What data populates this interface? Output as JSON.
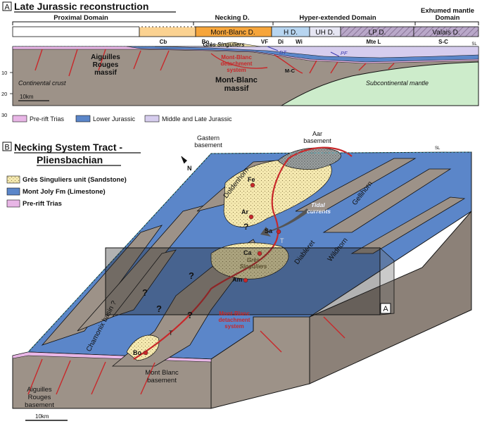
{
  "panel_a": {
    "letter": "A",
    "title": "Late Jurassic reconstruction",
    "domains": {
      "proximal": "Proximal Domain",
      "necking": "Necking D.",
      "hyper": "Hyper-extended Domain",
      "exhumed_1": "Exhumed mantle",
      "exhumed_2": "Domain"
    },
    "subdomains": {
      "mont_blanc": "Mont-Blanc D.",
      "h": "H D.",
      "uh": "UH D.",
      "lp": "LP D.",
      "valais": "Valais D."
    },
    "localities": {
      "cb": "Cb",
      "bo": "Bo",
      "vf": "VF",
      "di": "Di",
      "wi": "Wi",
      "mte": "Mte L",
      "sc": "S-C",
      "sl": "SL"
    },
    "labels": {
      "gres": "Grès Singuliers",
      "dt": "DT",
      "pf": "PF",
      "aig_1": "Aiguilles",
      "aig_2": "Rouges",
      "aig_3": "massif",
      "mb_detach_1": "Mont-Blanc",
      "mb_detach_2": "detachment",
      "mb_detach_3": "system",
      "mb_massif_1": "Mont-Blanc",
      "mb_massif_2": "massif",
      "mc": "M-C",
      "continental": "Continental crust",
      "subcontinental": "Subcontinental mantle",
      "scale": "10km"
    },
    "depth_ticks": [
      "10",
      "20",
      "30"
    ],
    "legend": [
      {
        "label": "Pre-rift Trias",
        "color": "#e8b6e6"
      },
      {
        "label": "Lower Jurassic",
        "color": "#5b86c9"
      },
      {
        "label": "Middle and Late Jurassic",
        "color": "#d6cdee"
      }
    ]
  },
  "panel_b": {
    "letter": "B",
    "title_1": "Necking System Tract -",
    "title_2": "Pliensbachian",
    "legend": [
      {
        "label": "Grès Singuliers unit (Sandstone)",
        "color": "#f5e9b0"
      },
      {
        "label": "Mont Joly Fm (Limestone)",
        "color": "#5b86c9"
      },
      {
        "label": "Pre-rift Trias",
        "color": "#e8b6e6"
      }
    ],
    "north": "N",
    "labels": {
      "gastern_1": "Gastern",
      "gastern_2": "basement",
      "aar_1": "Aar",
      "aar_2": "basement",
      "sl": "SL",
      "doldenhorn": "Doldenhorn",
      "gellihorn": "Gellihorn",
      "diableret": "Diableret",
      "wildhorn": "Wildhorn",
      "chamonix": "Chamonix basin ?",
      "tidal_1": "Tidal",
      "tidal_2": "currents",
      "gres_1": "Grès",
      "gres_2": "Singuliers",
      "detach_1": "Mont-Blanc",
      "detach_2": "detachment",
      "detach_3": "system",
      "mb_base_1": "Mont Blanc",
      "mb_base_2": "basement",
      "aig_1": "Aiguilles",
      "aig_2": "Rouges",
      "aig_3": "basement",
      "box_a": "A",
      "scale": "10km",
      "q": "?",
      "t": "T"
    },
    "sites": [
      "Fe",
      "Ar",
      "Sa",
      "Ca",
      "Am",
      "Bo"
    ]
  }
}
